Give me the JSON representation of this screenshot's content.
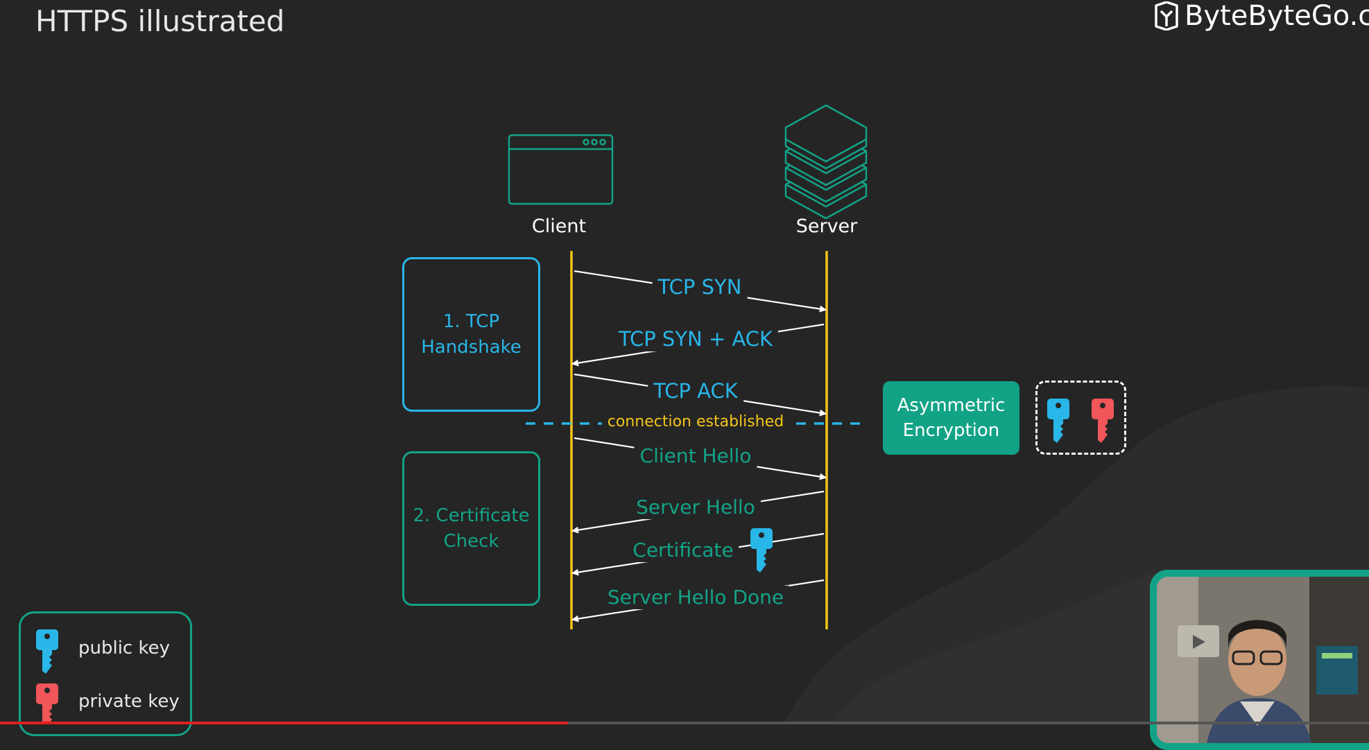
{
  "title": "HTTPS illustrated",
  "brand": "ByteByteGo.com",
  "columns": {
    "client": "Client",
    "server": "Server"
  },
  "phases": [
    {
      "line1": "1. TCP",
      "line2": "Handshake",
      "color": "#29b6e8"
    },
    {
      "line1": "2. Certificate",
      "line2": "Check",
      "color": "#12a387"
    }
  ],
  "messages": [
    {
      "label": "TCP SYN",
      "direction": "client-to-server",
      "color": "#29b6e8"
    },
    {
      "label": "TCP SYN + ACK",
      "direction": "server-to-client",
      "color": "#29b6e8"
    },
    {
      "label": "TCP ACK",
      "direction": "client-to-server",
      "color": "#29b6e8"
    },
    {
      "label": "Client Hello",
      "direction": "client-to-server",
      "color": "#12a387"
    },
    {
      "label": "Server Hello",
      "direction": "server-to-client",
      "color": "#12a387"
    },
    {
      "label": "Certificate",
      "direction": "server-to-client",
      "color": "#12a387",
      "icon": "public-key-icon"
    },
    {
      "label": "Server Hello Done",
      "direction": "server-to-client",
      "color": "#12a387"
    }
  ],
  "divider": {
    "label": "connection established",
    "label_color": "#f5c518",
    "line_color": "#29b6e8"
  },
  "asymmetric": {
    "line1": "Asymmetric",
    "line2": "Encryption",
    "keys": [
      "public-key-icon",
      "private-key-icon"
    ]
  },
  "legend": {
    "public_key": "public key",
    "private_key": "private key"
  },
  "colors": {
    "background": "#252525",
    "lifeline": "#f5c518",
    "arrow": "#ffffff",
    "tcp": "#29b6e8",
    "tls": "#12a387",
    "public_key": "#29b6e8",
    "private_key": "#f0565a"
  }
}
